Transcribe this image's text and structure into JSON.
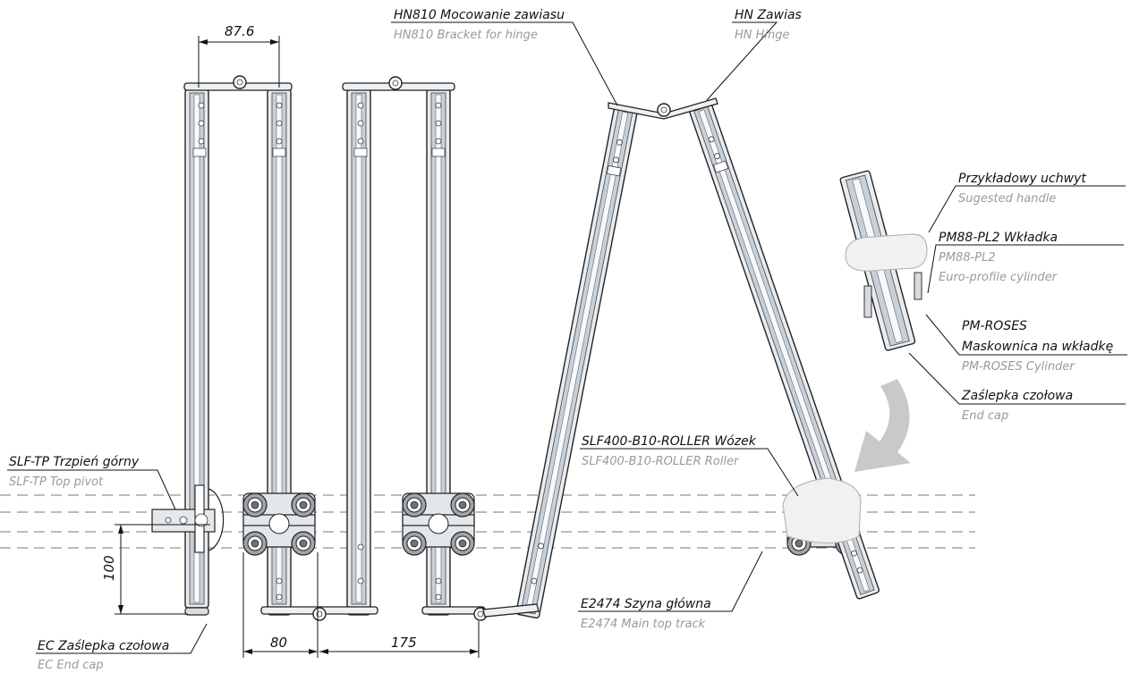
{
  "dimensions": {
    "top_width": "87.6",
    "bottom_left": "80",
    "bottom_mid": "175",
    "height": "100"
  },
  "labels": {
    "bracket": {
      "primary": "HN810 Mocowanie zawiasu",
      "secondary": "HN810 Bracket for hinge"
    },
    "hinge": {
      "primary": "HN Zawias",
      "secondary": "HN Hinge"
    },
    "handle": {
      "primary": "Przykładowy uchwyt",
      "secondary": "Sugested handle"
    },
    "cylinder": {
      "primary": "PM88-PL2 Wkładka",
      "secondary1": "PM88-PL2",
      "secondary2": "Euro-profile cylinder"
    },
    "roses": {
      "primary1": "PM-ROSES",
      "primary2": "Maskownica na wkładkę",
      "secondary": "PM-ROSES Cylinder"
    },
    "endcap_right": {
      "primary": "Zaślepka czołowa",
      "secondary": "End cap"
    },
    "roller": {
      "primary": "SLF400-B10-ROLLER Wózek",
      "secondary": "SLF400-B10-ROLLER Roller"
    },
    "pivot": {
      "primary": "SLF-TP Trzpień górny",
      "secondary": "SLF-TP Top pivot"
    },
    "track": {
      "primary": "E2474 Szyna główna",
      "secondary": "E2474 Main top track"
    },
    "endcap_left": {
      "primary": "EC Zaślepka czołowa",
      "secondary": "EC End cap"
    }
  }
}
